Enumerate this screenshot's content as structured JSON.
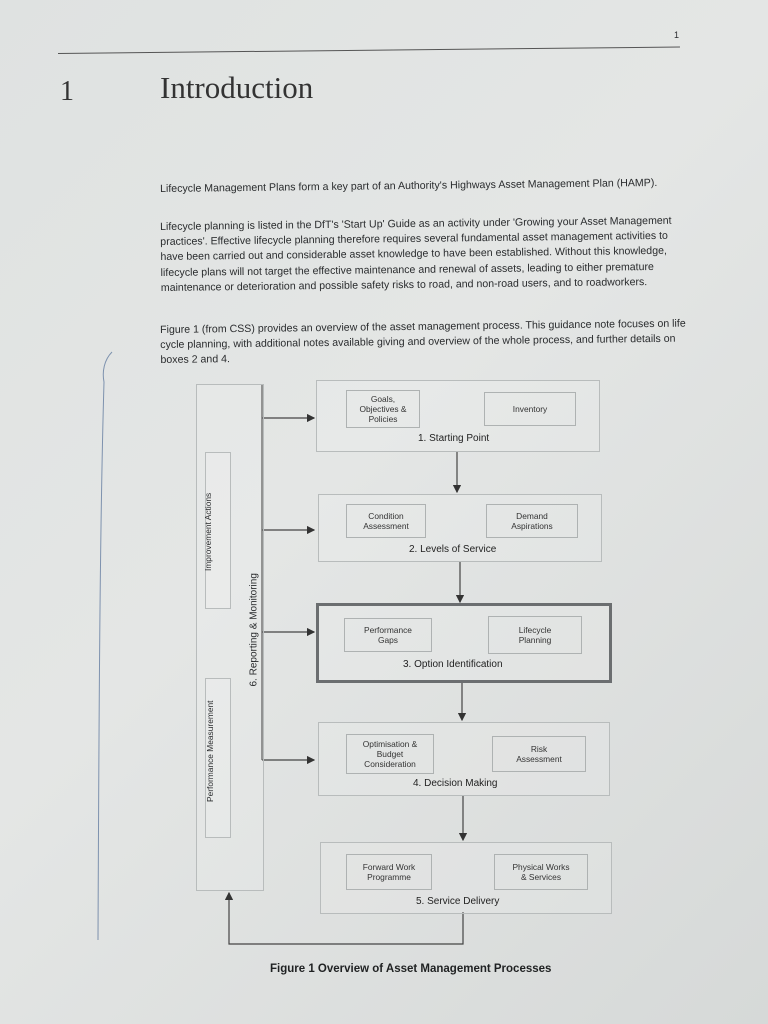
{
  "page_number": "1",
  "chapter": {
    "number": "1",
    "title": "Introduction"
  },
  "paragraphs": [
    "Lifecycle Management Plans form a key part of an Authority's Highways Asset Management Plan (HAMP).",
    "Lifecycle planning is listed in the DfT's 'Start Up' Guide as an activity under 'Growing your Asset Management practices'. Effective lifecycle planning therefore requires several fundamental asset management activities to have been carried out and considerable asset knowledge to have been established.  Without this knowledge, lifecycle plans will not target the effective maintenance and renewal of assets, leading to either premature maintenance or deterioration and possible safety risks to road, and non-road users, and to roadworkers.",
    "Figure 1 (from CSS) provides an overview of the asset management process. This guidance note focuses on life cycle planning, with additional notes available giving and overview of the whole process, and further details on boxes 2 and 4."
  ],
  "diagram": {
    "side_labels": {
      "improvement": "Improvement Actions",
      "performance": "Performance Measurement",
      "reporting": "6. Reporting & Monitoring"
    },
    "stages": [
      {
        "label": "1. Starting Point",
        "left": "Goals,\nObjectives &\nPolicies",
        "right": "Inventory"
      },
      {
        "label": "2. Levels of Service",
        "left": "Condition\nAssessment",
        "right": "Demand\nAspirations"
      },
      {
        "label": "3. Option Identification",
        "left": "Performance\nGaps",
        "right": "Lifecycle\nPlanning"
      },
      {
        "label": "4. Decision Making",
        "left": "Optimisation &\nBudget\nConsideration",
        "right": "Risk\nAssessment"
      },
      {
        "label": "5. Service Delivery",
        "left": "Forward Work\nProgramme",
        "right": "Physical Works\n& Services"
      }
    ]
  },
  "caption": "Figure 1 Overview of Asset Management Processes"
}
